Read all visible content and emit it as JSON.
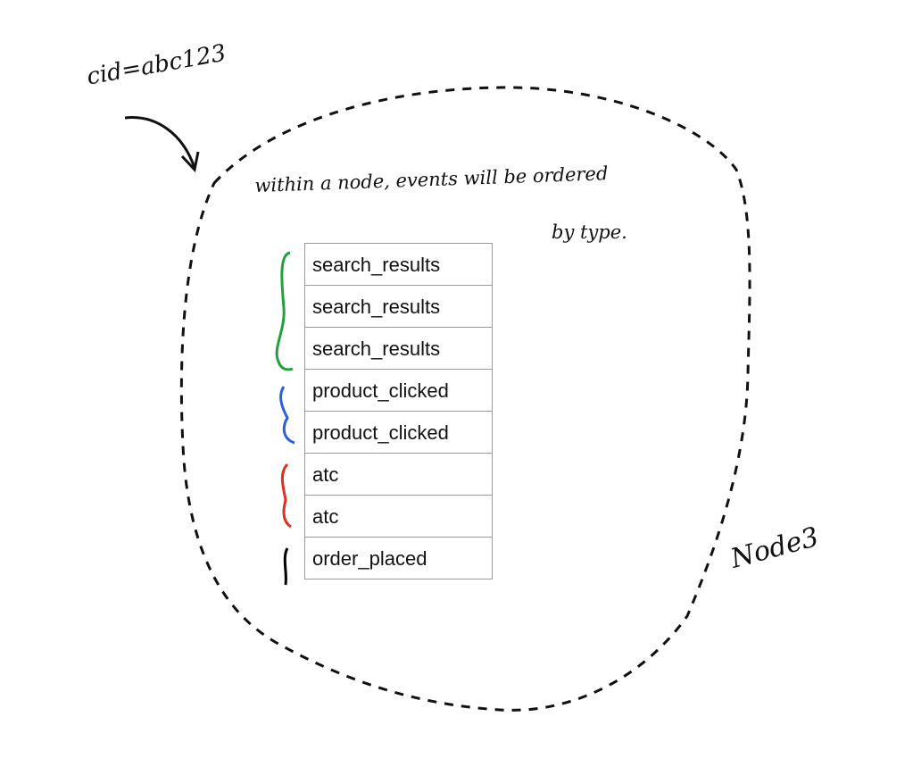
{
  "annotations": {
    "cid": "cid=abc123",
    "note_line1": "within a node, events will be ordered",
    "note_line2": "by type.",
    "node_label": "Node3"
  },
  "events": [
    {
      "type": "search_results",
      "group": "search_results"
    },
    {
      "type": "search_results",
      "group": "search_results"
    },
    {
      "type": "search_results",
      "group": "search_results"
    },
    {
      "type": "product_clicked",
      "group": "product_clicked"
    },
    {
      "type": "product_clicked",
      "group": "product_clicked"
    },
    {
      "type": "atc",
      "group": "atc"
    },
    {
      "type": "atc",
      "group": "atc"
    },
    {
      "type": "order_placed",
      "group": "order_placed"
    }
  ],
  "colors": {
    "search_results": "#1fa337",
    "product_clicked": "#2b5fe0",
    "atc": "#e0301e",
    "order_placed": "#000000"
  }
}
